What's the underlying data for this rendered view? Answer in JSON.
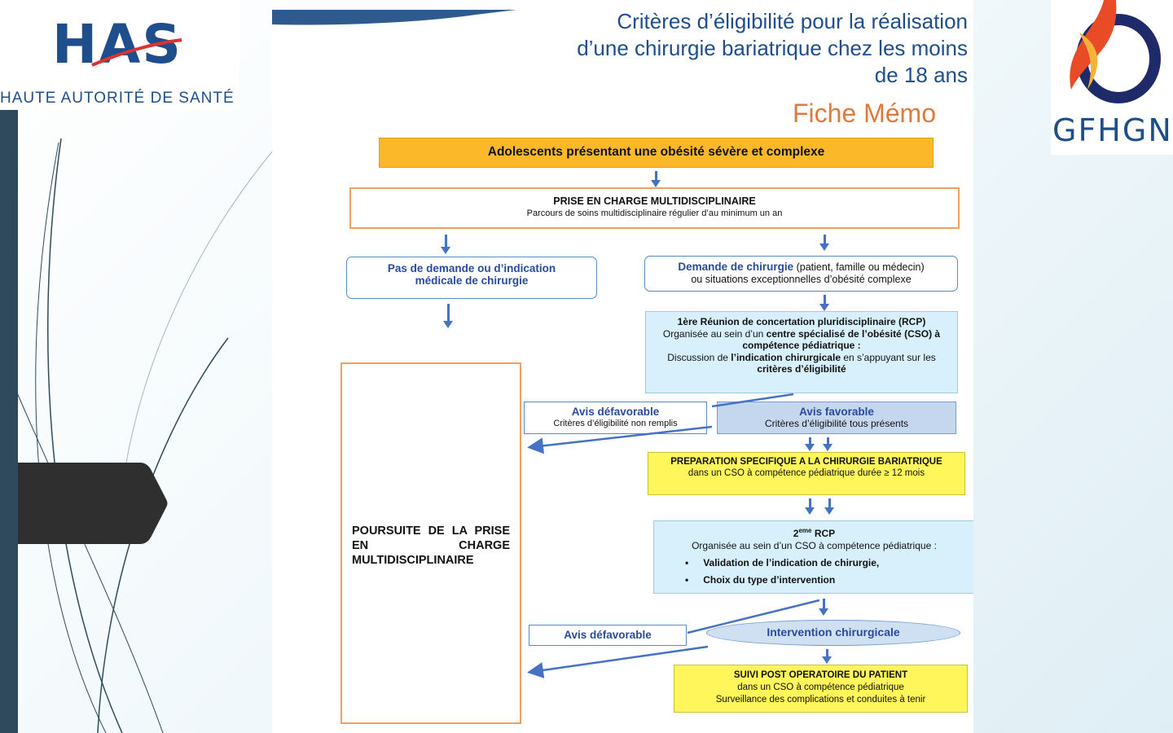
{
  "logos": {
    "has_letters": "HAS",
    "has_name": "HAUTE AUTORITÉ DE SANTÉ",
    "gfhgnp": "GFHGNP"
  },
  "slide": {
    "title_line1": "Critères d’éligibilité pour la  réalisation",
    "title_line2": "d’une chirurgie bariatrique chez les moins",
    "title_line3": "de 18 ans",
    "memo": "Fiche Mémo",
    "top_box": "Adolescents présentant une obésité sévère et complexe",
    "prise_title": "PRISE EN CHARGE MULTIDISCIPLINAIRE",
    "prise_sub": "Parcours de soins multidisciplinaire  régulier d’au minimum  un an",
    "pas_demande": "Pas de demande ou d’indication médicale de chirurgie",
    "demande_bold": "Demande de chirurgie",
    "demande_rest": " (patient, famille ou médecin)",
    "demande_line2": "ou situations exceptionnelles d’obésité complexe",
    "rcp1_title": "1ère Réunion de concertation pluridisciplinaire (RCP)",
    "rcp1_line2a": "Organisée au sein d’un ",
    "rcp1_line2b": "centre spécialisé de l’obésité (CSO) à compétence pédiatrique :",
    "rcp1_line3a": "Discussion de ",
    "rcp1_line3b": "l’indication chirurgicale",
    "rcp1_line3c": " en s’appuyant sur les ",
    "rcp1_line3d": "critères d’éligibilité",
    "avis_def1_title": "Avis défavorable",
    "avis_def1_sub": "Critères d’éligibilité  non remplis",
    "avis_fav_title": "Avis favorable",
    "avis_fav_sub": "Critères d’éligibilité tous présents",
    "prep_title": "PREPARATION SPECIFIQUE A LA CHIRURGIE BARIATRIQUE",
    "prep_sub": "dans un CSO à compétence pédiatrique  durée ≥ 12 mois",
    "rcp2_num": "2",
    "rcp2_sup": "eme",
    "rcp2_label": "RCP",
    "rcp2_line": "Organisée au sein d’un CSO à compétence pédiatrique :",
    "rcp2_bullet1": "Validation de l’indication de chirurgie,",
    "rcp2_bullet2": "Choix du type d’intervention",
    "bullet": "•",
    "poursuite": "POURSUITE DE LA PRISE EN CHARGE MULTIDISCIPLINAIRE",
    "avis_def2": "Avis défavorable",
    "intervention": "Intervention chirurgicale",
    "suivi_title": "SUIVI POST OPERATOIRE DU PATIENT",
    "suivi_line2": "dans un CSO à compétence pédiatrique",
    "suivi_line3": "Surveillance des complications  et conduites à tenir"
  },
  "colors": {
    "has_blue": "#1f4e8c",
    "memo_orange": "#e07a3c",
    "top_box_fill": "#fbb829",
    "light_blue_fill": "#d8f0fb",
    "avis_fav_fill": "#c5d7ee",
    "yellow_fill": "#fef65b",
    "oval_fill": "#cfe0f2",
    "arrow_blue": "#4472c4",
    "dark_bar": "#2e4a5c"
  }
}
